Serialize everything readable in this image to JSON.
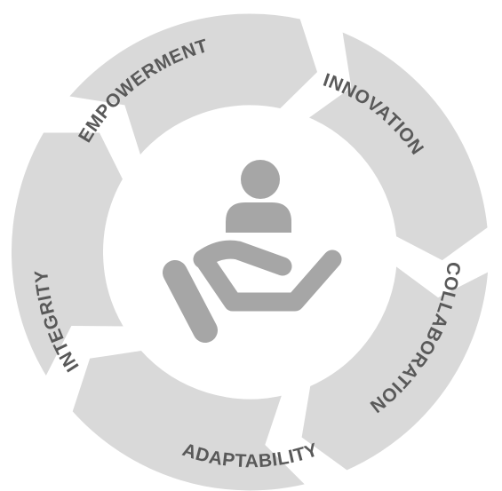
{
  "cycle": {
    "segments": [
      {
        "label": "INNOVATION"
      },
      {
        "label": "COLLABORATION"
      },
      {
        "label": "ADAPTABILITY"
      },
      {
        "label": "INTEGRITY"
      },
      {
        "label": "EMPOWERMENT"
      }
    ]
  },
  "center_icon": "person-on-hand-icon",
  "colors": {
    "segment": "#d9d9d9",
    "label": "#595959",
    "icon": "#a6a6a6",
    "background": "#ffffff"
  }
}
